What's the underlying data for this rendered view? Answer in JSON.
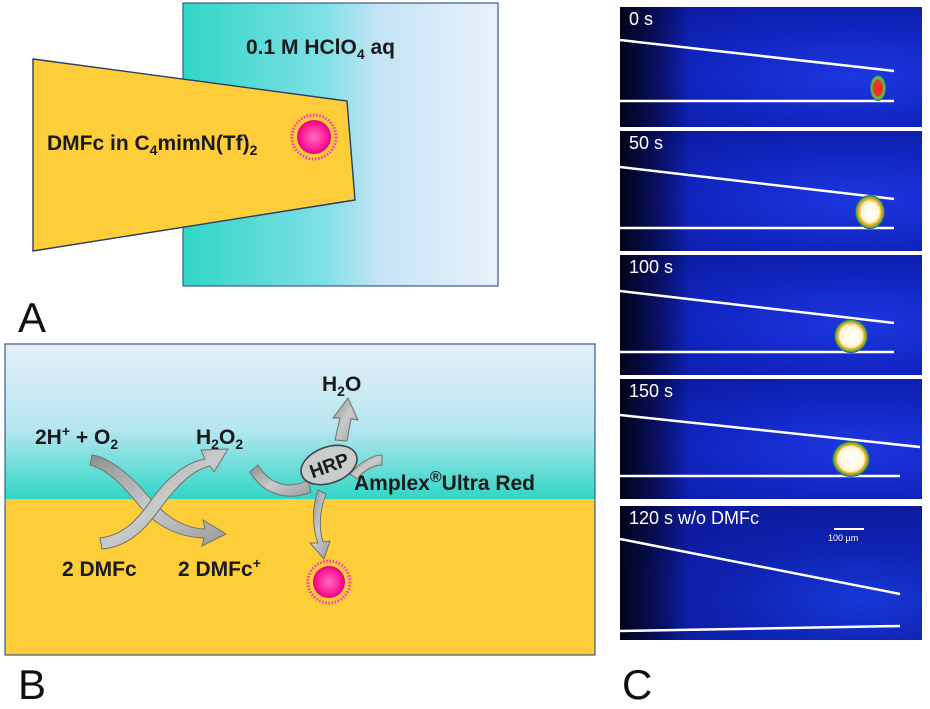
{
  "panel_a": {
    "letter": "A",
    "solution": {
      "prefix": "0.1 M HClO",
      "sub": "4",
      "suffix": " aq"
    },
    "tube": {
      "prefix": "DMFc in C",
      "sub1": "4",
      "mid": "mimN(Tf)",
      "sub2": "2"
    }
  },
  "panel_b": {
    "letter": "B",
    "reactant_left": {
      "a": "2H",
      "sup1": "+",
      "b": " + O",
      "sub1": "2"
    },
    "h2o2": {
      "a": "H",
      "s1": "2",
      "b": "O",
      "s2": "2"
    },
    "water": {
      "a": "H",
      "s1": "2",
      "b": "O"
    },
    "enzyme": "HRP",
    "probe": {
      "a": "Amplex",
      "sup": "®",
      "b": "Ultra Red"
    },
    "dmfc": "2 DMFc",
    "dmfc_plus": {
      "a": "2 DMFc",
      "sup": "+"
    }
  },
  "panel_c": {
    "letter": "C",
    "frames": [
      {
        "time": "0 s"
      },
      {
        "time": "50 s"
      },
      {
        "time": "100 s"
      },
      {
        "time": "150 s"
      },
      {
        "time": "120 s w/o DMFc"
      }
    ],
    "scale_bar": "100 µm"
  },
  "colors": {
    "aqueous_light": "#e8f1fb",
    "aqueous_teal": "#2fd6c6",
    "organic": "#fdcd3a",
    "dye_pink": "#ff1f9a",
    "arrow_gray": "#a9abab",
    "image_blue": "#1126c2"
  }
}
